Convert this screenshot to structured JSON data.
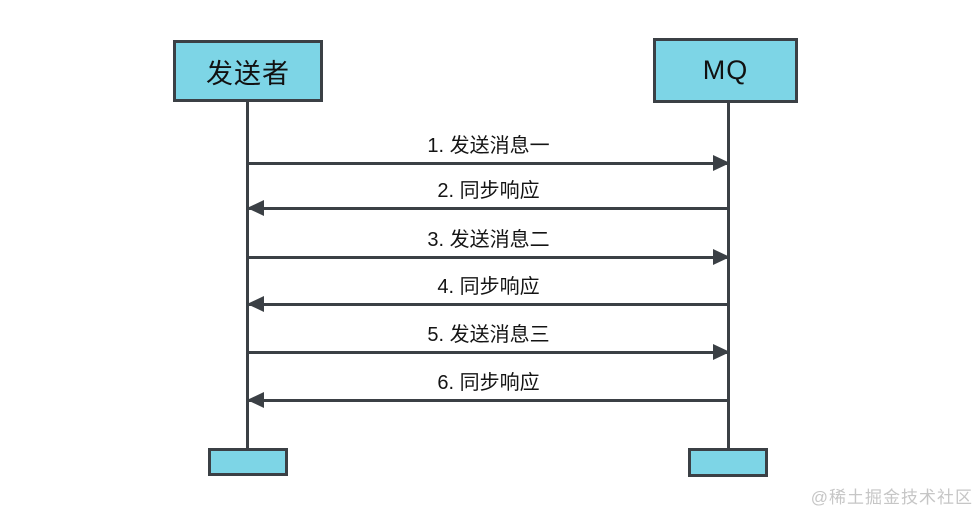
{
  "diagram": {
    "actors": [
      {
        "id": "sender",
        "label": "发送者"
      },
      {
        "id": "mq",
        "label": "MQ"
      }
    ],
    "messages": [
      {
        "label": "1. 发送消息一",
        "direction": "right",
        "from": "发送者",
        "to": "MQ"
      },
      {
        "label": "2. 同步响应",
        "direction": "left",
        "from": "MQ",
        "to": "发送者"
      },
      {
        "label": "3. 发送消息二",
        "direction": "right",
        "from": "发送者",
        "to": "MQ"
      },
      {
        "label": "4. 同步响应",
        "direction": "left",
        "from": "MQ",
        "to": "发送者"
      },
      {
        "label": "5. 发送消息三",
        "direction": "right",
        "from": "发送者",
        "to": "MQ"
      },
      {
        "label": "6. 同步响应",
        "direction": "left",
        "from": "MQ",
        "to": "发送者"
      }
    ],
    "watermark": "@稀土掘金技术社区",
    "colors": {
      "actor_fill": "#7DD5E6",
      "line": "#3B4045",
      "watermark": "#C6C6C6"
    }
  }
}
